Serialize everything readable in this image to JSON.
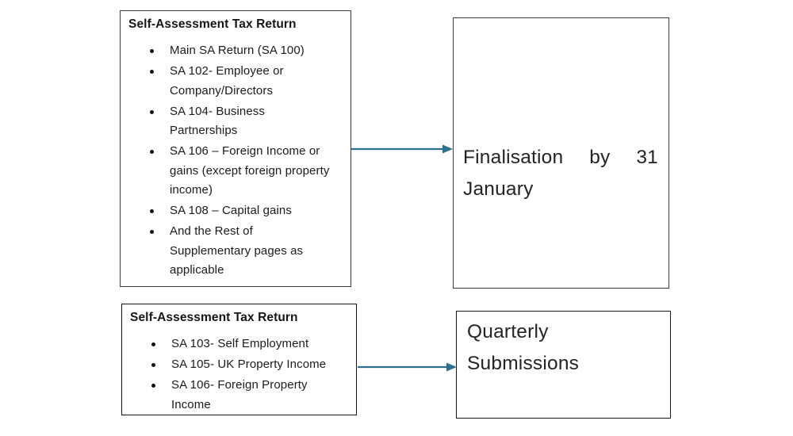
{
  "diagram": {
    "arrow_color": "#2d7091",
    "top_left_box": {
      "title": "Self-Assessment Tax Return",
      "items": [
        "Main SA Return (SA 100)",
        "SA 102- Employee or\nCompany/Directors",
        "SA 104- Business\nPartnerships",
        "SA 106 – Foreign Income or\ngains (except foreign property\nincome)",
        "SA 108 – Capital gains",
        "And the Rest of\nSupplementary pages as\napplicable"
      ]
    },
    "top_right_box": {
      "line1_words": [
        "Finalisation",
        "by",
        "31"
      ],
      "line2": "January"
    },
    "bottom_left_box": {
      "title": "Self-Assessment Tax Return",
      "items": [
        "SA 103- Self Employment",
        "SA 105- UK Property Income",
        "SA 106- Foreign Property\nIncome"
      ]
    },
    "bottom_right_box": {
      "lines": [
        "Quarterly",
        "Submissions"
      ]
    }
  }
}
